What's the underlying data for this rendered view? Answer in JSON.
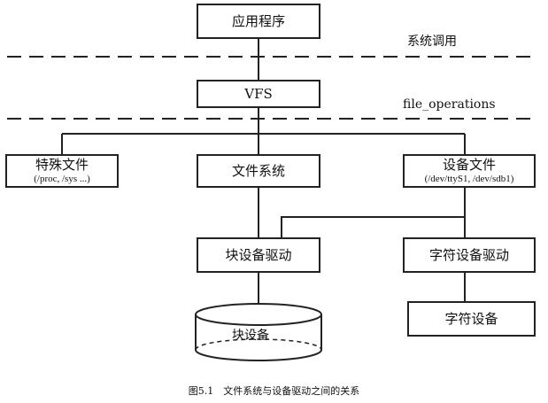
{
  "layers": {
    "syscall_label": "系统调用",
    "fileops_label": "file_operations"
  },
  "nodes": {
    "app": "应用程序",
    "vfs": "VFS",
    "special_file": {
      "title": "特殊文件",
      "sub": "(/proc, /sys ...)"
    },
    "filesystem": "文件系统",
    "device_file": {
      "title": "设备文件",
      "sub": "(/dev/ttyS1, /dev/sdb1)"
    },
    "block_driver": "块设备驱动",
    "char_driver": "字符设备驱动",
    "char_device": "字符设备",
    "block_device": "块设备"
  },
  "caption": "图5.1　文件系统与设备驱动之间的关系"
}
